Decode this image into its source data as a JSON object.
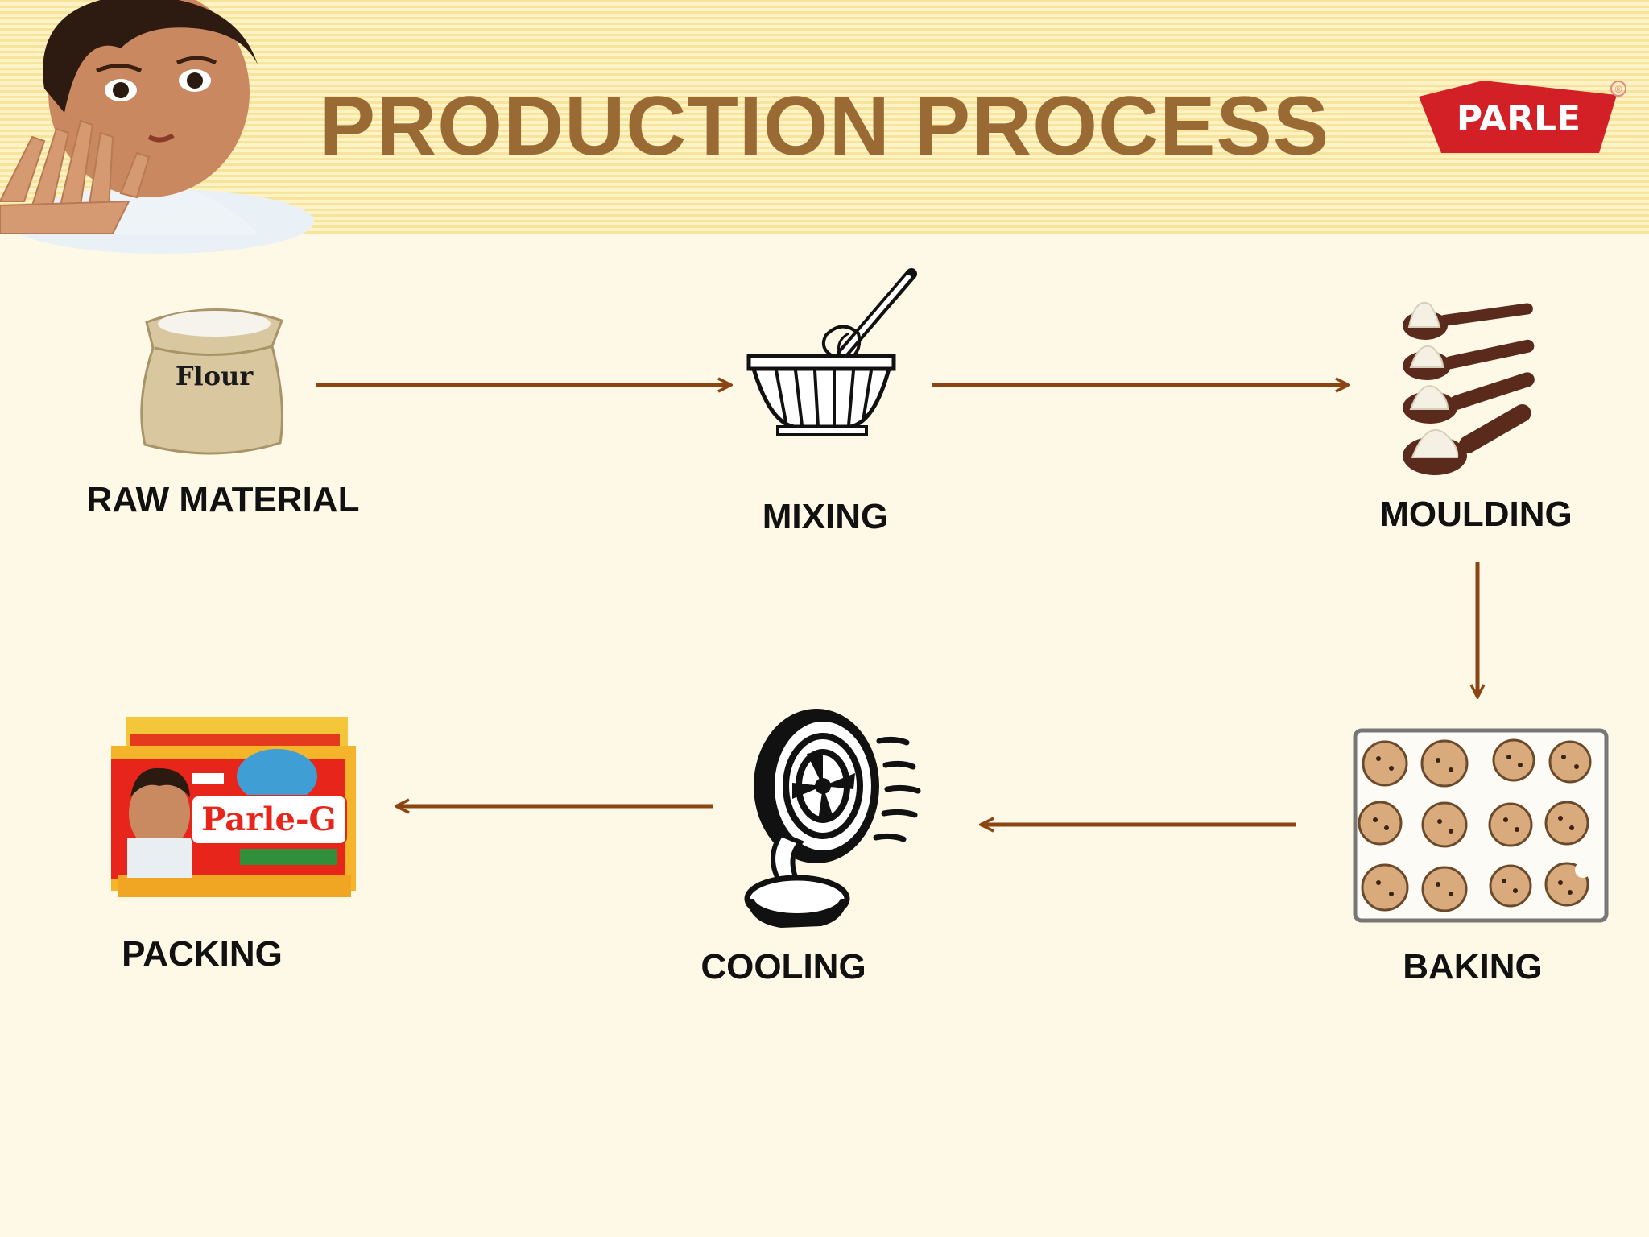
{
  "slide": {
    "title": "PRODUCTION PROCESS",
    "logo_text": "PARLE",
    "logo_mark": "®",
    "brand_color": "#d32027",
    "title_color": "#9a6a35",
    "arrow_color": "#8b4513"
  },
  "steps": [
    {
      "label": "RAW MATERIAL",
      "icon": "flour-sack-icon",
      "icon_text": "Flour"
    },
    {
      "label": "MIXING",
      "icon": "mixing-bowl-whisk-icon"
    },
    {
      "label": "MOULDING",
      "icon": "cream-spoons-icon"
    },
    {
      "label": "BAKING",
      "icon": "cookie-tray-icon"
    },
    {
      "label": "COOLING",
      "icon": "table-fan-icon"
    },
    {
      "label": "PACKING",
      "icon": "biscuit-pack-icon",
      "icon_text": "Parle-G"
    }
  ],
  "flow": [
    "RAW MATERIAL",
    "MIXING",
    "MOULDING",
    "BAKING",
    "COOLING",
    "PACKING"
  ]
}
